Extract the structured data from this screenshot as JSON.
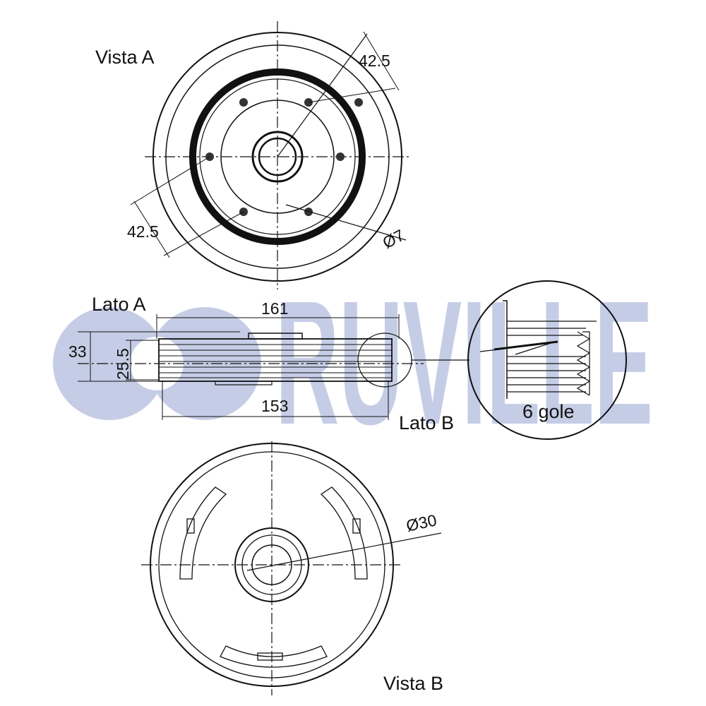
{
  "watermark": {
    "text": "RUVILLE",
    "color": "#c5cde6"
  },
  "views": {
    "vista_a": "Vista A",
    "vista_b": "Vista B",
    "lato_a": "Lato A",
    "lato_b": "Lato B"
  },
  "dimensions": {
    "pcd_upper": "42.5",
    "pcd_lower": "42.5",
    "hole_diameter": "Ø7",
    "outer_diameter": "161",
    "groove_diameter": "153",
    "total_width": "33",
    "belt_width": "25.5",
    "bore_diameter": "Ø30"
  },
  "detail": {
    "label": "6 gole"
  },
  "colors": {
    "line": "#111111",
    "watermark": "#c5cde6"
  }
}
